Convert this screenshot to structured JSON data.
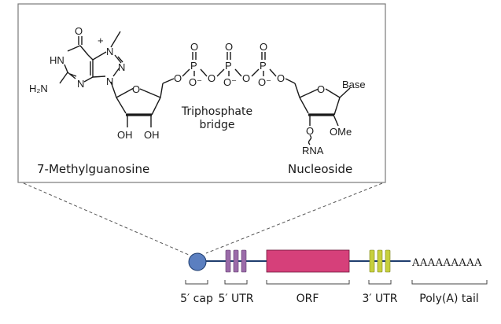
{
  "structure": {
    "left_label": "7-Methylguanosine",
    "right_label": "Nucleoside",
    "bridge_label_line1": "Triphosphate",
    "bridge_label_line2": "bridge",
    "atoms": {
      "O": "O",
      "N": "N",
      "HN": "HN",
      "H2N": "H₂N",
      "plus": "+",
      "OH": "OH",
      "P": "P",
      "O_minus": "O⁻",
      "Base": "Base",
      "OMe": "OMe",
      "RNA": "RNA"
    }
  },
  "mrna": {
    "polya_text": "AAAAAAAAA",
    "regions": [
      {
        "label": "5′ cap"
      },
      {
        "label": "5′ UTR"
      },
      {
        "label": "ORF"
      },
      {
        "label": "3′ UTR"
      },
      {
        "label": "Poly(A) tail"
      }
    ]
  },
  "colors": {
    "cap": "#5b7fc0",
    "utr5": "#9b6ba9",
    "orf": "#d6407a",
    "utr3": "#c7d03c",
    "backbone": "#1f3d6e",
    "frame": "#7a7a7a"
  }
}
